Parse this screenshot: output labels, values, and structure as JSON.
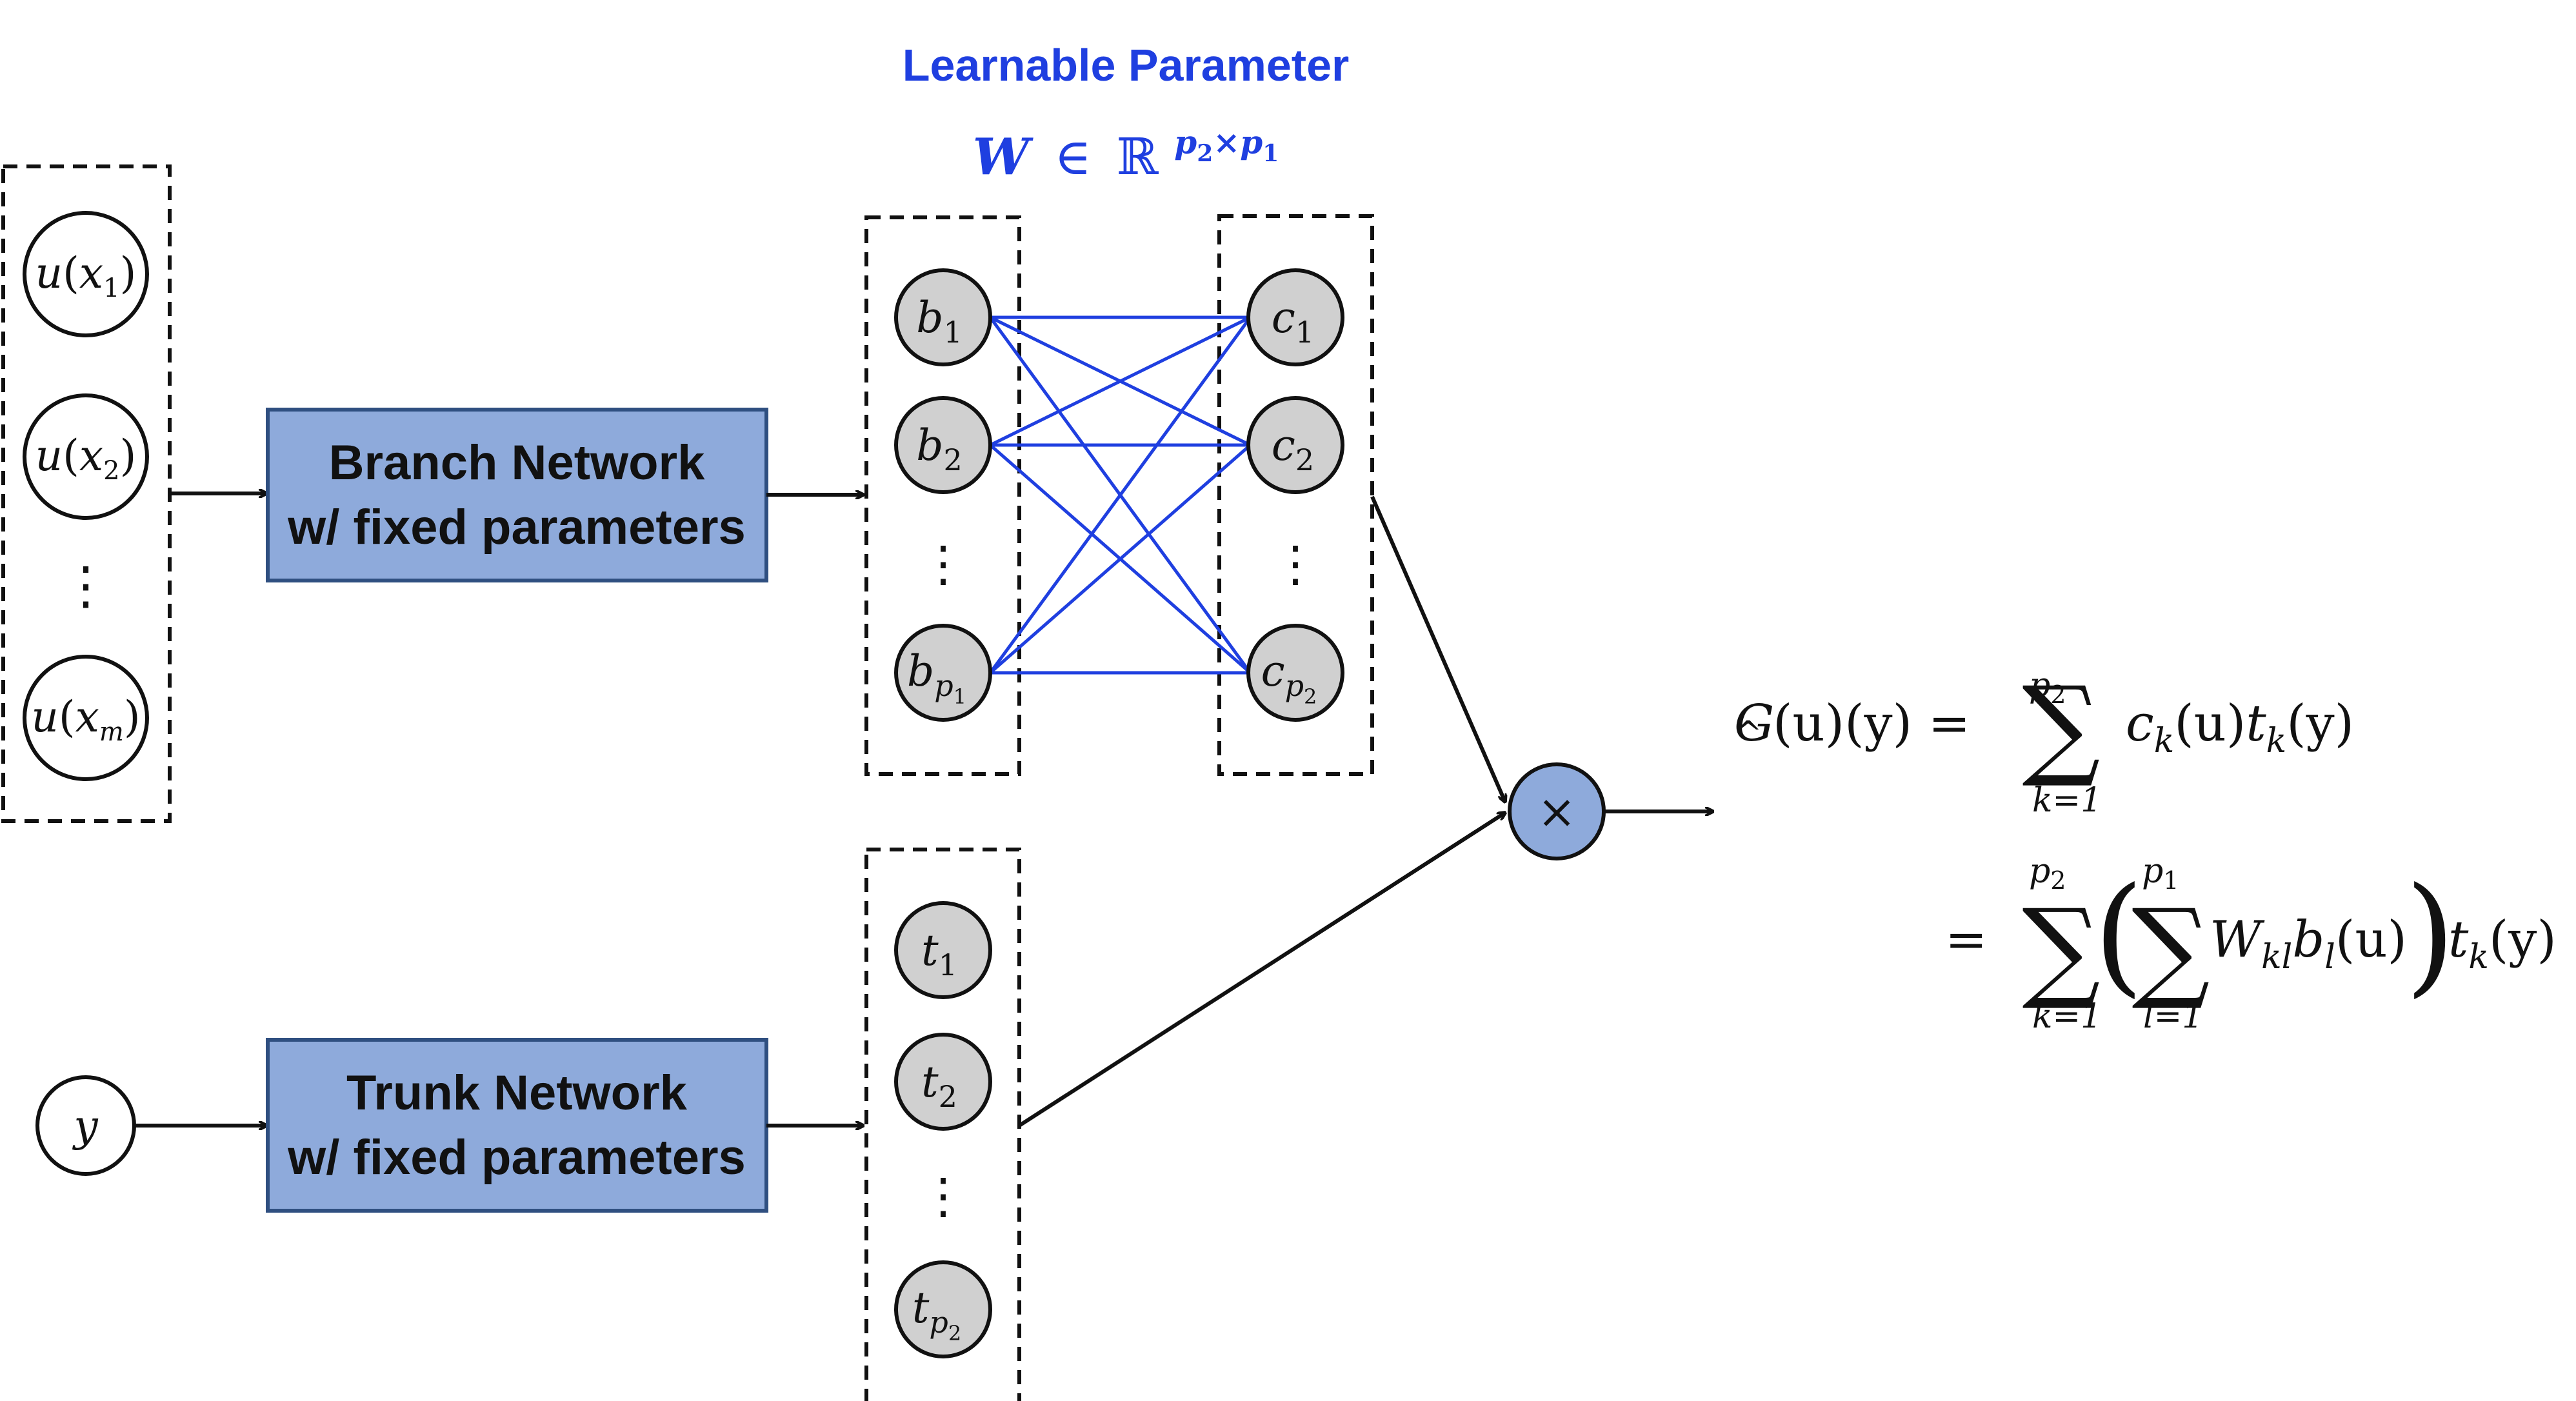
{
  "learnable": {
    "title": "Learnable Parameter",
    "symbol": "W",
    "element_of": "∈",
    "space": "ℝ",
    "exponent": "p",
    "exponent_sub_a": "2",
    "exponent_times": "×",
    "exponent_sub_b": "1"
  },
  "inputs": {
    "nodes": [
      {
        "fn": "u",
        "arg": "x",
        "sub": "1"
      },
      {
        "fn": "u",
        "arg": "x",
        "sub": "2"
      },
      {
        "fn": "u",
        "arg": "x",
        "sub": "m"
      }
    ],
    "ellipsis": "⋮",
    "y_node": "y"
  },
  "branch_box": {
    "line1": "Branch Network",
    "line2": "w/ fixed parameters"
  },
  "trunk_box": {
    "line1": "Trunk Network",
    "line2": "w/ fixed parameters"
  },
  "b_nodes": {
    "letter": "b",
    "subs": [
      "1",
      "2"
    ],
    "last_sub": "p",
    "last_subsub": "1",
    "ellipsis": "⋮"
  },
  "c_nodes": {
    "letter": "c",
    "subs": [
      "1",
      "2"
    ],
    "last_sub": "p",
    "last_subsub": "2",
    "ellipsis": "⋮"
  },
  "t_nodes": {
    "letter": "t",
    "subs": [
      "1",
      "2"
    ],
    "last_sub": "p",
    "last_subsub": "2",
    "ellipsis": "⋮"
  },
  "product_symbol": "×",
  "formula": {
    "line1": {
      "G": "G",
      "hat": "^",
      "lhs_rest": "(u)(y) =",
      "sum_sym": "∑",
      "sum_top": "p",
      "sum_top_sub": "2",
      "sum_bottom": "k=1",
      "c": "c",
      "k": "k",
      "mid": "(u)",
      "t": "t",
      "end": "(y)"
    },
    "line2": {
      "eq": "=",
      "sum_sym": "∑",
      "outer_top": "p",
      "outer_top_sub": "2",
      "outer_bottom": "k=1",
      "lparen": "(",
      "inner_top": "p",
      "inner_top_sub": "1",
      "inner_bottom": "l=1",
      "W": "W",
      "kl": "kl",
      "b": "b",
      "l": "l",
      "bu": "(u)",
      "rparen": ")",
      "t": "t",
      "k": "k",
      "end": "(y)"
    }
  },
  "colors": {
    "accent_blue": "#1f3fe0",
    "box_fill": "#8eaadb",
    "box_stroke": "#2f4f80",
    "node_gray": "#d0d0d0",
    "product_fill": "#8eaadb"
  }
}
